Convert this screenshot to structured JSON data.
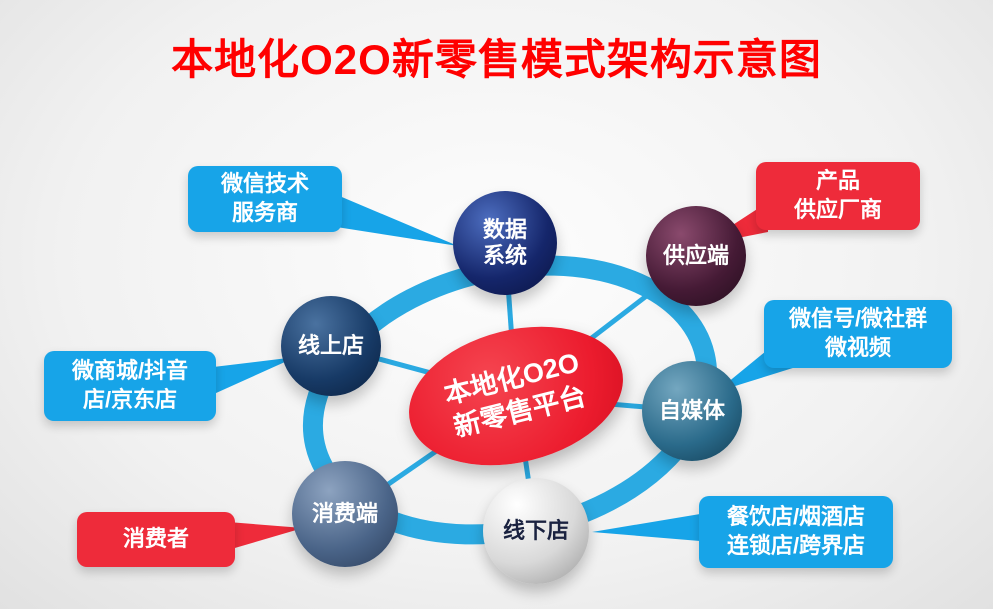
{
  "title": "本地化O2O新零售模式架构示意图",
  "center": {
    "label": "本地化O2O\n新零售平台",
    "fill": "#ec1c2e"
  },
  "nodes": {
    "data_system": {
      "label": "数据\n系统",
      "color": "#15266b"
    },
    "supply_side": {
      "label": "供应端",
      "color": "#451a35"
    },
    "online_store": {
      "label": "线上店",
      "color": "#173a66"
    },
    "self_media": {
      "label": "自媒体",
      "color": "#2a6a8a"
    },
    "consumer_side": {
      "label": "消费端",
      "color": "#4a6488"
    },
    "offline_store": {
      "label": "线下店",
      "color": "#d9d9d9",
      "text_color": "#1a2240"
    }
  },
  "callouts": {
    "wechat_tech": {
      "label": "微信技术\n服务商",
      "color": "#17a4e8"
    },
    "product_supplier": {
      "label": "产品\n供应厂商",
      "color": "#ee2b3a"
    },
    "micro_mall": {
      "label": "微商城/抖音\n店/京东店",
      "color": "#17a4e8"
    },
    "wechat_media": {
      "label": "微信号/微社群\n微视频",
      "color": "#17a4e8"
    },
    "consumer": {
      "label": "消费者",
      "color": "#ee2b3a"
    },
    "restaurant": {
      "label": "餐饮店/烟酒店\n连锁店/跨界店",
      "color": "#17a4e8"
    }
  },
  "colors": {
    "title": "#ff0000",
    "ring": "#2baae2",
    "connector": "#2baae2",
    "blue_callout": "#17a4e8",
    "red_callout": "#ee2b3a",
    "center_fill": "#ec1c2e"
  }
}
